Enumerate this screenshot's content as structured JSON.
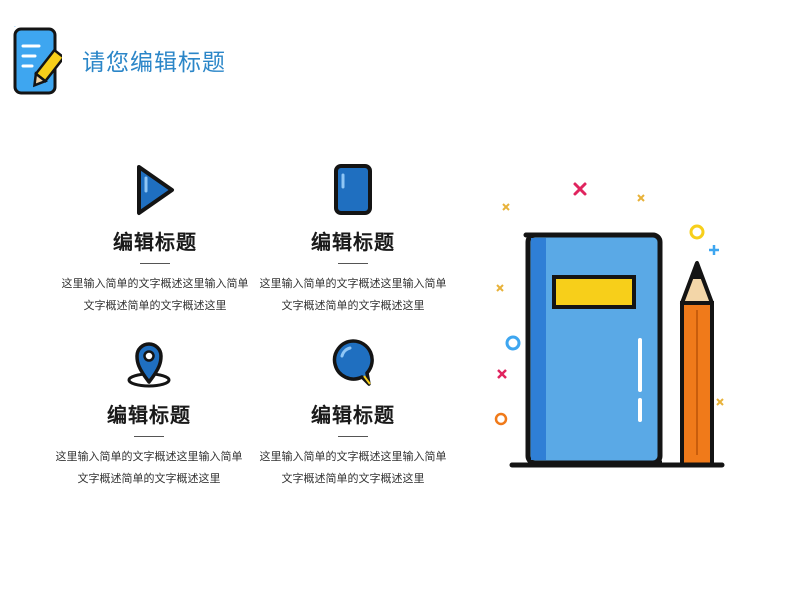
{
  "header": {
    "title": "请您编辑标题",
    "icon": "notepad-pencil-icon"
  },
  "cards": [
    {
      "icon": "play-icon",
      "title": "编辑标题",
      "desc": "这里输入简单的文字概述这里输入简单文字概述简单的文字概述这里"
    },
    {
      "icon": "document-icon",
      "title": "编辑标题",
      "desc": "这里输入简单的文字概述这里输入简单文字概述简单的文字概述这里"
    },
    {
      "icon": "location-pin-icon",
      "title": "编辑标题",
      "desc": "这里输入简单的文字概述这里输入简单文字概述简单的文字概述这里"
    },
    {
      "icon": "chat-bubble-icon",
      "title": "编辑标题",
      "desc": "这里输入简单的文字概述这里输入简单文字概述简单的文字概述这里"
    }
  ],
  "illustration": {
    "icon": "book-and-pencil-icon"
  },
  "colors": {
    "accent_blue": "#2b86c8",
    "icon_blue": "#1f6fc0",
    "book_blue": "#5aa9e6",
    "yellow": "#f7cf1a",
    "orange": "#f07a1a",
    "outline": "#141414"
  }
}
